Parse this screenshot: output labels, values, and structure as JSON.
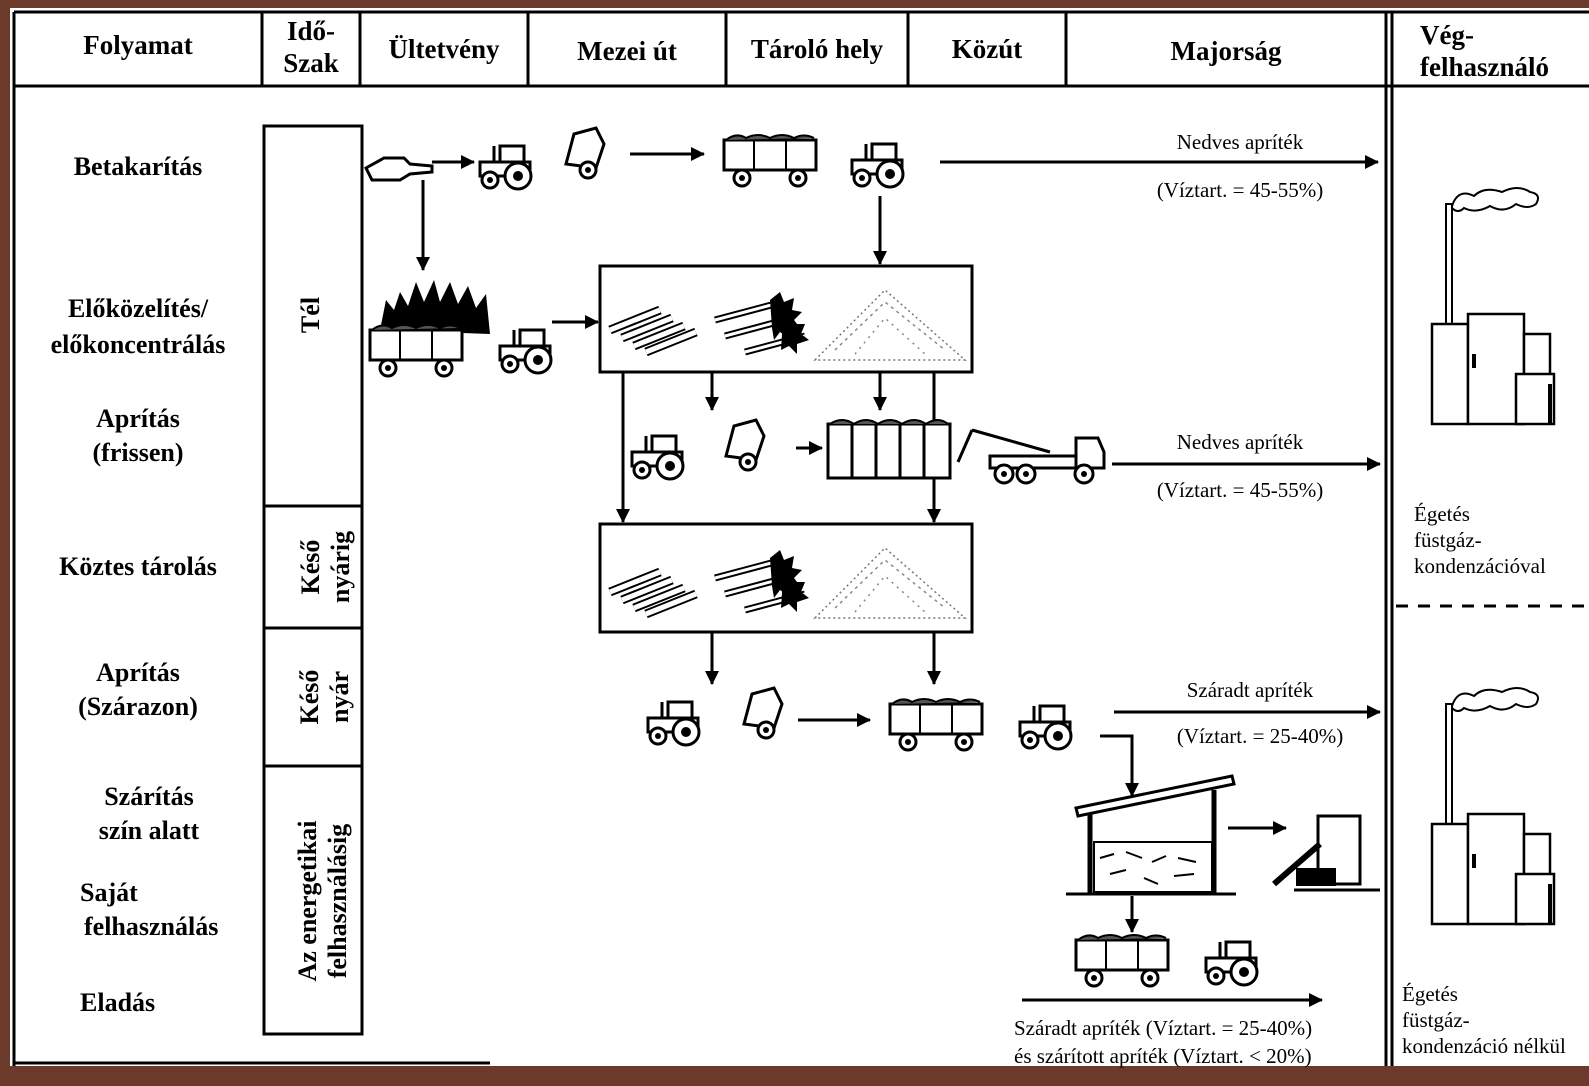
{
  "columns": {
    "process": "Folyamat",
    "period_1": "Idő-",
    "period_2": "Szak",
    "plantation": "Ültetvény",
    "field_road": "Mezei út",
    "storage": "Tároló hely",
    "public_road": "Közút",
    "farm": "Majorság",
    "end_user_1": "Vég-",
    "end_user_2": "felhasználó"
  },
  "processes": {
    "clearing": "Betakarítás",
    "preconcentration_1": "Előközelítés/",
    "preconcentration_2": "előkoncentrálás",
    "chipping_fresh_1": "Aprítás",
    "chipping_fresh_2": "(frissen)",
    "intermediate_storage": "Köztes tárolás",
    "chipping_dry_1": "Aprítás",
    "chipping_dry_2": "(Szárazon)",
    "drying_1": "Szárítás",
    "drying_2": "szín alatt",
    "own_use_1": "Saját",
    "own_use_2": "felhasználás",
    "sale": "Eladás"
  },
  "periods": {
    "winter": "Tél",
    "late_summer_until_1": "Késő",
    "late_summer_until_2": "nyárig",
    "late_summer_1": "Késő",
    "late_summer_2": "nyár",
    "until_energy_use_1": "Az energetikai",
    "until_energy_use_2": "felhasználásig"
  },
  "flows": {
    "wet_chips_1": "Nedves apríték",
    "wet_chips_1_moisture": "(Víztart. = 45-55%)",
    "wet_chips_2": "Nedves apríték",
    "wet_chips_2_moisture": "(Víztart. = 45-55%)",
    "dry_chips": "Száradt apríték",
    "dry_chips_moisture": "(Víztart. = 25-40%)",
    "sale_line_1": "Száradt apríték (Víztart. = 25-40%)",
    "sale_line_2": "és szárított apríték (Víztart. < 20%)"
  },
  "end_use": {
    "with_condensation_1": "Égetés",
    "with_condensation_2": "füstgáz-",
    "with_condensation_3": "kondenzációval",
    "without_condensation_1": "Égetés",
    "without_condensation_2": "füstgáz-",
    "without_condensation_3": "kondenzáció nélkül"
  }
}
